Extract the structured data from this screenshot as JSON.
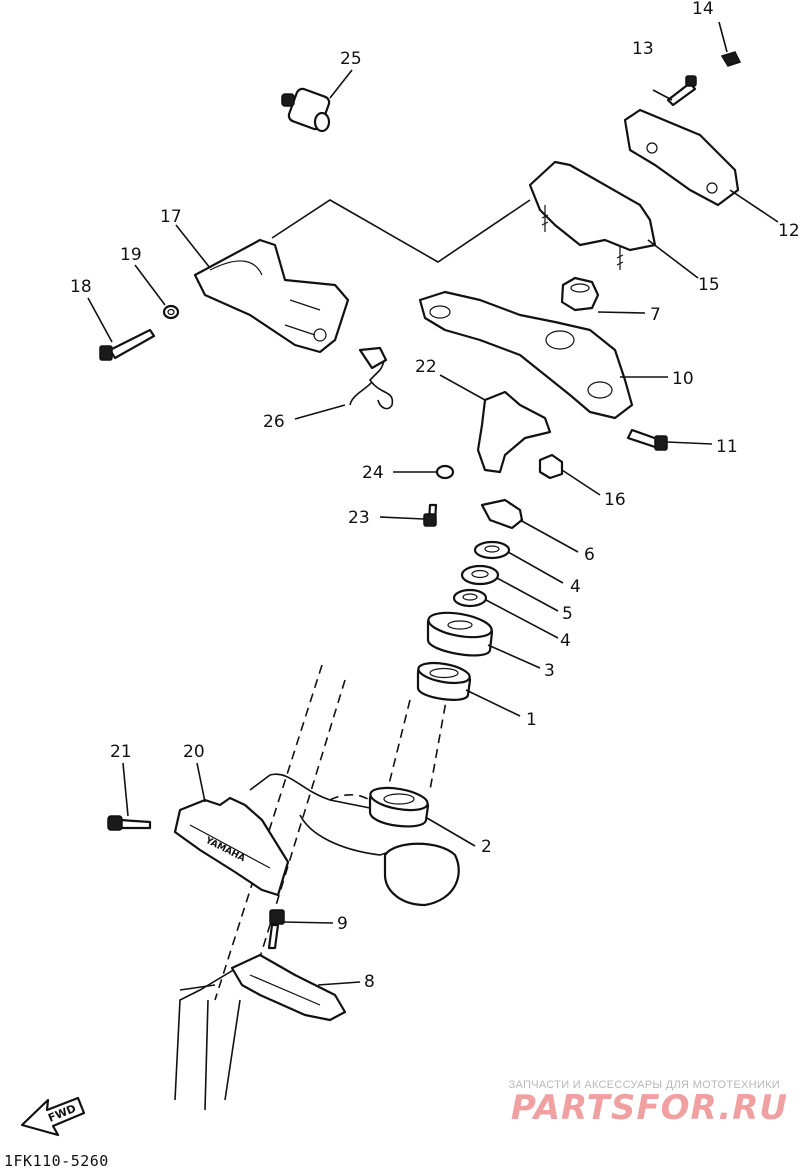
{
  "diagram": {
    "callouts": [
      "1",
      "2",
      "3",
      "4",
      "4",
      "5",
      "6",
      "7",
      "8",
      "9",
      "10",
      "11",
      "12",
      "13",
      "14",
      "15",
      "16",
      "17",
      "18",
      "19",
      "20",
      "21",
      "22",
      "23",
      "24",
      "25",
      "26"
    ],
    "emblem_text": "YAMAHA",
    "fwd_text": "FWD"
  },
  "footer": {
    "catalog_code": "1FK110-5260"
  },
  "watermark": {
    "caption": "ЗАПЧАСТИ И АКСЕССУАРЫ ДЛЯ МОТОТЕХНИКИ",
    "logo": "PARTSFOR.RU"
  }
}
